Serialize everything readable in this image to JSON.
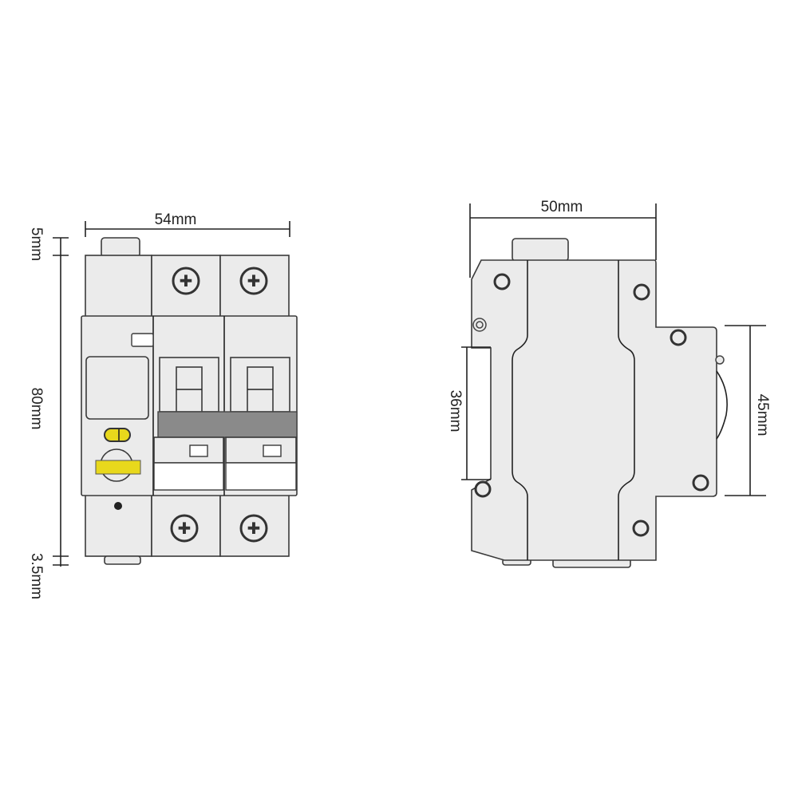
{
  "front_view": {
    "width_label": "54mm",
    "top_offset_label": "5mm",
    "height_label": "80mm",
    "bottom_offset_label": "3.5mm"
  },
  "side_view": {
    "depth_label": "50mm",
    "rail_label": "36mm",
    "face_label": "45mm"
  },
  "colors": {
    "accent_yellow": "#e8d81c",
    "handle_bar": "#8a8a8a",
    "body": "#ebebeb"
  }
}
